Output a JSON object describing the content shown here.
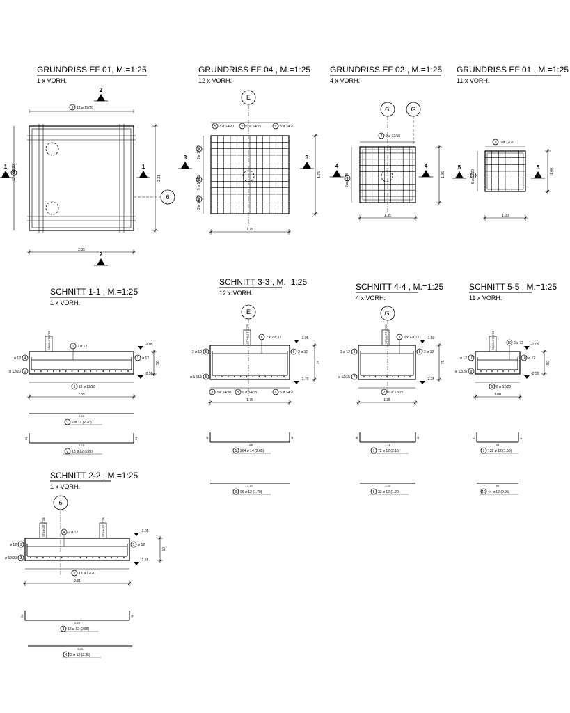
{
  "plans": [
    {
      "title": "GRUNDRISS EF 01, M.=1:25",
      "count": "1 x VORH.",
      "bar_label": "12 ø 12/20",
      "bar_num": "3",
      "side_label": "13 ø 12/20",
      "side_num": "2",
      "dim_w": "2.35",
      "dim_h": "2.31",
      "section_a": "1",
      "section_b": "2",
      "axis": "6"
    },
    {
      "title": "GRUNDRISS EF 04 , M.=1:25",
      "count": "12 x VORH.",
      "bar_labels": [
        "3 ø 14/20",
        "9 ø 14/15",
        "3 ø 14/20"
      ],
      "bar_num": "5",
      "side_labels": [
        "3 ø 14/20",
        "5 ø 14/15",
        "3 ø 14/20"
      ],
      "dim_w": "1.75",
      "dim_h": "1.75",
      "section": "3",
      "axis": "E"
    },
    {
      "title": "GRUNDRISS EF 02 , M.=1:25",
      "count": "4 x VORH.",
      "bar_label": "9 ø 12/15",
      "bar_num": "7",
      "side_label": "9 ø 12/15",
      "dim_w": "1.35",
      "dim_h": "1.35",
      "section": "4",
      "axis_a": "G'",
      "axis_b": "G"
    },
    {
      "title": "GRUNDRISS EF 01 , M.=1:25",
      "count": "11 x VORH.",
      "bar_label": "6 ø 12/20",
      "bar_num": "9",
      "side_label": "6 ø 12/20",
      "dim_w": "1.00",
      "dim_h": "1.00",
      "section": "5"
    }
  ],
  "sections": [
    {
      "title": "SCHNITT 1-1 , M.=1:25",
      "count": "1 x VORH.",
      "column": "STAHLSTÜTZE",
      "top_bar": "2 ø 12",
      "top_num": "1",
      "left_a": "ø 12",
      "left_a_num": "4",
      "left_b": "ø 12/20",
      "left_b_num": "2",
      "right_a": "ø 12",
      "right_a_num": "1",
      "bottom_label": "12 ø 12/20",
      "bottom_num": "3",
      "lvl_top": "-2.05",
      "lvl_bot": "-2.55",
      "depth": "50",
      "dim": "2.35",
      "schedule": [
        {
          "num": "1",
          "text": "2 ø 12 (2.20)",
          "len": "2.20",
          "hook": ""
        },
        {
          "num": "2",
          "text": "13 ø 12 (2.80)",
          "len": "2.18",
          "hook": "31"
        }
      ]
    },
    {
      "title": "SCHNITT 3-3 , M.=1:25",
      "count": "12 x VORH.",
      "axis": "E",
      "column": "STAHLSTÜTZE",
      "top_bar": "2 x 2 ø 12",
      "top_num": "6",
      "left_a": "2 ø 12",
      "left_a_num": "5",
      "left_b": "ø 14/15",
      "left_b_num": "5",
      "right_a": "2 ø 12",
      "right_a_num": "6",
      "bottom_labels": [
        "3 ø 14/20",
        "9 ø 14/15",
        "3 ø 14/20"
      ],
      "bottom_num": "5",
      "lvl_top": "-1.95",
      "lvl_bot": "-2.70",
      "depth": "75",
      "dim": "1.75",
      "schedule": [
        {
          "num": "5",
          "text": "264 ø 14 (2.65)",
          "len": "1.68",
          "hook": "48"
        },
        {
          "num": "6",
          "text": "96 ø 12 (1.70)",
          "len": "1.70",
          "hook": ""
        }
      ]
    },
    {
      "title": "SCHNITT 4-4 , M.=1:25",
      "count": "4 x VORH.",
      "axis": "G'",
      "column": "STAHLSTÜTZE",
      "top_bar": "2 x 2 ø 12",
      "top_num": "8",
      "left_a": "2 ø 12",
      "left_a_num": "8",
      "left_b": "ø 12/15",
      "left_b_num": "7",
      "right_a": "2 ø 12",
      "right_a_num": "8",
      "bottom_label": "9 ø 12/15",
      "bottom_num": "7",
      "lvl_top": "-1.50",
      "lvl_bot": "-2.25",
      "depth": "75",
      "dim": "1.25",
      "schedule": [
        {
          "num": "7",
          "text": "72 ø 12 (2.15)",
          "len": "1.18",
          "hook": "48"
        },
        {
          "num": "8",
          "text": "32 ø 12 (1.20)",
          "len": "1.20",
          "hook": ""
        }
      ]
    },
    {
      "title": "SCHNITT 5-5 , M.=1:25",
      "count": "11 x VORH.",
      "column": "STAHLSTÜTZE",
      "top_bar": "2 ø 12",
      "top_num": "10",
      "left_a": "ø 12",
      "left_a_num": "10",
      "left_b": "ø 12/20",
      "left_b_num": "9",
      "right_a": "ø 12",
      "right_a_num": "10",
      "bottom_label": "6 ø 12/20",
      "bottom_num": "9",
      "lvl_top": "-2.05",
      "lvl_bot": "-2.55",
      "depth": "50",
      "dim": "1.00",
      "schedule": [
        {
          "num": "9",
          "text": "132 ø 12 (1.55)",
          "len": "93",
          "hook": "31"
        },
        {
          "num": "10",
          "text": "44 ø 12 (0.95)",
          "len": "95",
          "hook": ""
        }
      ]
    },
    {
      "title": "SCHNITT 2-2 , M.=1:25",
      "count": "1 x VORH.",
      "axis": "6",
      "column": "STAHLSTÜTZE",
      "top_bar": "2 ø 12",
      "top_num": "4",
      "left_a": "ø 12",
      "left_a_num": "1",
      "left_b": "ø 12/20",
      "left_b_num": "3",
      "right_a": "ø 12",
      "right_a_num": "1",
      "bottom_label": "13 ø 12/20",
      "bottom_num": "2",
      "lvl_top": "-2.05",
      "lvl_bot": "-2.55",
      "depth": "50",
      "dim": "2.31",
      "schedule": [
        {
          "num": "3",
          "text": "12 ø 12 (2.85)",
          "len": "2.24",
          "hook": "31"
        },
        {
          "num": "4",
          "text": "2 ø 12 (2.25)",
          "len": "2.25",
          "hook": ""
        }
      ]
    }
  ]
}
